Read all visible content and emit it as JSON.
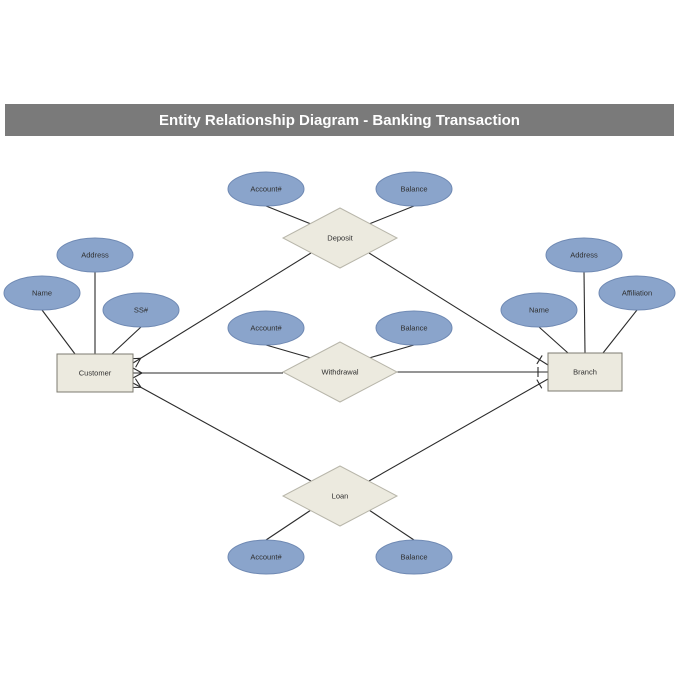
{
  "title": "Entity Relationship Diagram - Banking Transaction",
  "colors": {
    "title_bar": "#7a7a7a",
    "attribute_fill": "#8aa4cb",
    "entity_fill": "#eceadf",
    "relationship_fill": "#eceadf",
    "line": "#2b2b2b"
  },
  "entities": [
    {
      "id": "customer",
      "label": "Customer"
    },
    {
      "id": "branch",
      "label": "Branch"
    }
  ],
  "relationships": [
    {
      "id": "deposit",
      "label": "Deposit"
    },
    {
      "id": "withdrawal",
      "label": "Withdrawal"
    },
    {
      "id": "loan",
      "label": "Loan"
    }
  ],
  "attributes": [
    {
      "id": "customer-name",
      "label": "Name",
      "owner": "customer"
    },
    {
      "id": "customer-address",
      "label": "Address",
      "owner": "customer"
    },
    {
      "id": "customer-ss",
      "label": "SS#",
      "owner": "customer"
    },
    {
      "id": "branch-name",
      "label": "Name",
      "owner": "branch"
    },
    {
      "id": "branch-address",
      "label": "Address",
      "owner": "branch"
    },
    {
      "id": "branch-affiliation",
      "label": "Affiliation",
      "owner": "branch"
    },
    {
      "id": "deposit-account",
      "label": "Account#",
      "owner": "deposit"
    },
    {
      "id": "deposit-balance",
      "label": "Balance",
      "owner": "deposit"
    },
    {
      "id": "withdrawal-account",
      "label": "Account#",
      "owner": "withdrawal"
    },
    {
      "id": "withdrawal-balance",
      "label": "Balance",
      "owner": "withdrawal"
    },
    {
      "id": "loan-account",
      "label": "Account#",
      "owner": "loan"
    },
    {
      "id": "loan-balance",
      "label": "Balance",
      "owner": "loan"
    }
  ],
  "links": [
    {
      "from": "customer",
      "to": "deposit",
      "cardinality": "many"
    },
    {
      "from": "deposit",
      "to": "branch",
      "cardinality": "one"
    },
    {
      "from": "customer",
      "to": "withdrawal",
      "cardinality": "many"
    },
    {
      "from": "withdrawal",
      "to": "branch",
      "cardinality": "one"
    },
    {
      "from": "customer",
      "to": "loan",
      "cardinality": "many"
    },
    {
      "from": "loan",
      "to": "branch",
      "cardinality": "one"
    }
  ]
}
